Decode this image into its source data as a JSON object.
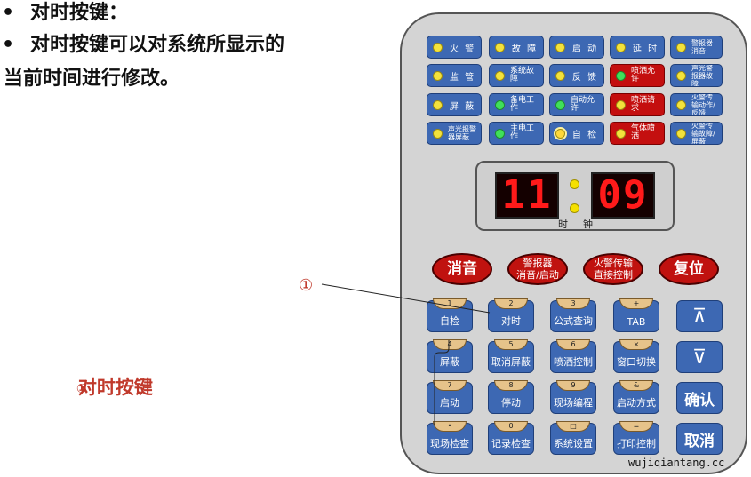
{
  "bullets": [
    {
      "text": "对时按键："
    },
    {
      "text": "对时按键可以对系统所显示的"
    }
  ],
  "bullet_cont": "当前时间进行修改。",
  "bullet_marker": "•",
  "annotation": {
    "number": "①",
    "label": "对时按键",
    "label_prefix": "①"
  },
  "indicators": {
    "row1": [
      "火 警",
      "故 障",
      "启 动",
      "延 时",
      "警报器消音"
    ],
    "row2": [
      "监 管",
      "系统故障",
      "反 馈",
      "喷洒允许",
      "声光警报器故障"
    ],
    "row3": [
      "屏 蔽",
      "备电工作",
      "自动允许",
      "喷洒请求",
      "火警传输动作/反馈"
    ],
    "row4": [
      "声光报警器屏蔽",
      "主电工作",
      "自 检",
      "气体喷洒",
      "火警传输故障/屏蔽"
    ]
  },
  "clock": {
    "hours": "11",
    "minutes": "09",
    "label_a": "时",
    "label_b": "钟"
  },
  "ovals": [
    "消音",
    "警报器\n消音/启动",
    "火警传输\n直接控制",
    "复位"
  ],
  "keys": [
    {
      "num": "1",
      "label": "自检"
    },
    {
      "num": "2",
      "label": "对时"
    },
    {
      "num": "3",
      "label": "公式查询"
    },
    {
      "num": "+",
      "label": "TAB"
    },
    {
      "num": "4",
      "label": "屏蔽"
    },
    {
      "num": "5",
      "label": "取消屏蔽"
    },
    {
      "num": "6",
      "label": "喷洒控制"
    },
    {
      "num": "×",
      "label": "窗口切换"
    },
    {
      "num": "7",
      "label": "启动"
    },
    {
      "num": "8",
      "label": "停动"
    },
    {
      "num": "9",
      "label": "现场编程"
    },
    {
      "num": "&",
      "label": "启动方式"
    },
    {
      "num": "•",
      "label": "现场检查"
    },
    {
      "num": "0",
      "label": "记录检查"
    },
    {
      "num": "□",
      "label": "系统设置"
    },
    {
      "num": "=",
      "label": "打印控制"
    }
  ],
  "side_keys": {
    "up": "⊼",
    "down": "⊽",
    "confirm": "确认",
    "cancel": "取消"
  },
  "watermark": "wujiqiantang.cc",
  "colors": {
    "panel": "#d4d4d4",
    "button_blue": "#3d68b3",
    "button_red": "#c40f0f",
    "annotation": "#c0392b",
    "digit_red": "#ff1a1a"
  }
}
